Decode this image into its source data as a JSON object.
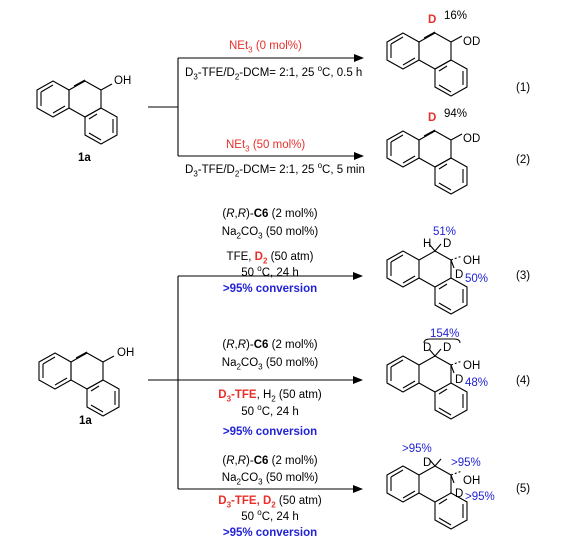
{
  "top": {
    "sub_label": "1a",
    "oh": "OH",
    "reactions": [
      {
        "cat_pre": "NEt",
        "cat_sub": "3",
        "cat_post": " (0 mol%)",
        "cond_d3": "D",
        "cond_3": "3",
        "cond_tfe": "-TFE/D",
        "cond_2": "2",
        "cond_rest": "-DCM= 2:1, 25 ",
        "cond_deg": "o",
        "cond_tail": "C, 0.5 h",
        "prod_d": "D",
        "prod_pct": "16%",
        "prod_od": "OD",
        "num": "(1)"
      },
      {
        "cat_pre": "NEt",
        "cat_sub": "3",
        "cat_post": " (50 mol%)",
        "cond_d3": "D",
        "cond_3": "3",
        "cond_tfe": "-TFE/D",
        "cond_2": "2",
        "cond_rest": "-DCM= 2:1, 25 ",
        "cond_deg": "o",
        "cond_tail": "C, 5 min",
        "prod_d": "D",
        "prod_pct": "94%",
        "prod_od": "OD",
        "num": "(2)"
      }
    ]
  },
  "bottom": {
    "sub_label": "1a",
    "oh": "OH",
    "reactions": [
      {
        "l1_pre": "(",
        "l1_r": "R",
        "l1_mid": ",",
        "l1_r2": "R",
        "l1_post": ")-",
        "l1_cat": "C6",
        "l1_tail": " (2 mol%)",
        "l2_pre": "Na",
        "l2_sub": "2",
        "l2_mid": "CO",
        "l2_sub2": "3",
        "l2_tail": " (50 mol%)",
        "l3_a": "TFE, ",
        "l3_b": "D",
        "l3_b_sub": "2",
        "l3_c": " (50 atm)",
        "l4_pre": "50 ",
        "l4_deg": "o",
        "l4_tail": "C, 24 h",
        "l5": ">95% conversion",
        "p_top": "51%",
        "p_h": "H",
        "p_d": "D",
        "p_oh": "OH",
        "p_d2": "D",
        "p_right": "50%",
        "num": "(3)"
      },
      {
        "l1_pre": "(",
        "l1_r": "R",
        "l1_mid": ",",
        "l1_r2": "R",
        "l1_post": ")-",
        "l1_cat": "C6",
        "l1_tail": " (2 mol%)",
        "l2_pre": "Na",
        "l2_sub": "2",
        "l2_mid": "CO",
        "l2_sub2": "3",
        "l2_tail": " (50 mol%)",
        "l3_a": "D",
        "l3_a_sub": "3",
        "l3_a2": "-TFE",
        "l3_b": ", H",
        "l3_b_sub": "2",
        "l3_c": " (50 atm)",
        "l4_pre": "50 ",
        "l4_deg": "o",
        "l4_tail": "C, 24 h",
        "l5": ">95% conversion",
        "p_top": "154%",
        "p_d1": "D",
        "p_d2": "D",
        "p_oh": "OH",
        "p_d3": "D",
        "p_right": "48%",
        "num": "(4)"
      },
      {
        "l1_pre": "(",
        "l1_r": "R",
        "l1_mid": ",",
        "l1_r2": "R",
        "l1_post": ")-",
        "l1_cat": "C6",
        "l1_tail": " (2 mol%)",
        "l2_pre": "Na",
        "l2_sub": "2",
        "l2_mid": "CO",
        "l2_sub2": "3",
        "l2_tail": " (50 mol%)",
        "l3_a": "D",
        "l3_a_sub": "3",
        "l3_a2": "-TFE",
        "l3_b": ", D",
        "l3_b_sub": "2",
        "l3_c": " (50 atm)",
        "l4_pre": "50 ",
        "l4_deg": "o",
        "l4_tail": "C, 24 h",
        "l5": ">95% conversion",
        "p_top": ">95%",
        "p_d1": "D",
        "p_d1pct": ">95%",
        "p_oh": "OH",
        "p_d3": "D",
        "p_right": ">95%",
        "num": "(5)"
      }
    ]
  }
}
